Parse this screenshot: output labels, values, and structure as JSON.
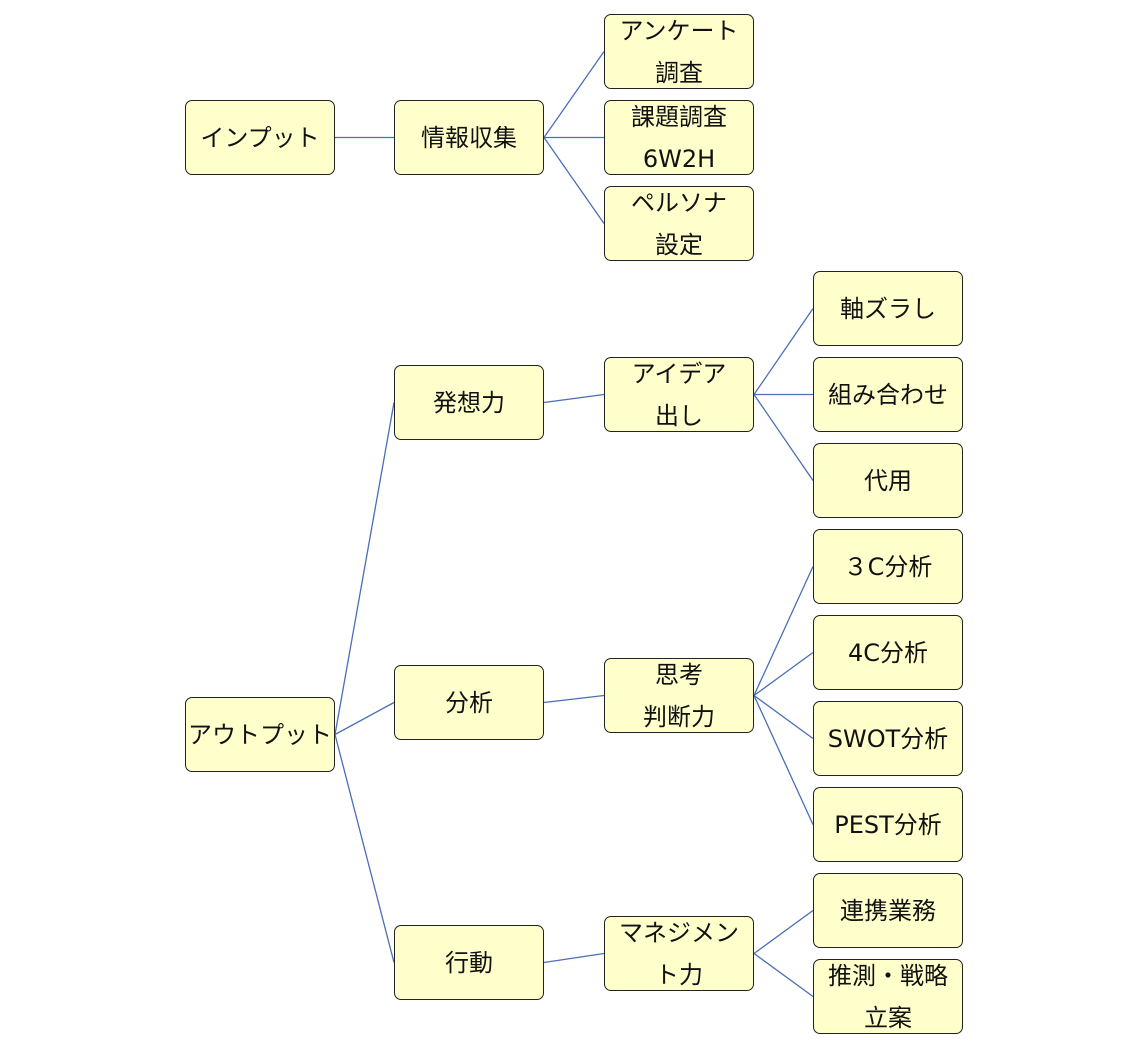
{
  "diagram": {
    "colors": {
      "node_fill": "#ffffcc",
      "node_border": "#222222",
      "connector": "#4a6fb5"
    },
    "nodes": [
      {
        "id": "input",
        "label": "インプット"
      },
      {
        "id": "info",
        "label": "情報収集"
      },
      {
        "id": "survey",
        "label": "アンケート\n調査"
      },
      {
        "id": "issue",
        "label": "課題調査\n6W2H"
      },
      {
        "id": "persona",
        "label": "ペルソナ\n設定"
      },
      {
        "id": "output",
        "label": "アウトプット"
      },
      {
        "id": "idea_power",
        "label": "発想力"
      },
      {
        "id": "analysis",
        "label": "分析"
      },
      {
        "id": "action",
        "label": "行動"
      },
      {
        "id": "idea",
        "label": "アイデア\n出し"
      },
      {
        "id": "thinking",
        "label": "思考\n判断力"
      },
      {
        "id": "management",
        "label": "マネジメン\nト力"
      },
      {
        "id": "axis",
        "label": "軸ズラし"
      },
      {
        "id": "combine",
        "label": "組み合わせ"
      },
      {
        "id": "substitute",
        "label": "代用"
      },
      {
        "id": "c3",
        "label": "３C分析"
      },
      {
        "id": "c4",
        "label": "4C分析"
      },
      {
        "id": "swot",
        "label": "SWOT分析"
      },
      {
        "id": "pest",
        "label": "PEST分析"
      },
      {
        "id": "collab",
        "label": "連携業務"
      },
      {
        "id": "strategy",
        "label": "推測・戦略\n立案"
      }
    ],
    "edges": [
      [
        "input",
        "info"
      ],
      [
        "info",
        "survey"
      ],
      [
        "info",
        "issue"
      ],
      [
        "info",
        "persona"
      ],
      [
        "output",
        "idea_power"
      ],
      [
        "output",
        "analysis"
      ],
      [
        "output",
        "action"
      ],
      [
        "idea_power",
        "idea"
      ],
      [
        "analysis",
        "thinking"
      ],
      [
        "action",
        "management"
      ],
      [
        "idea",
        "axis"
      ],
      [
        "idea",
        "combine"
      ],
      [
        "idea",
        "substitute"
      ],
      [
        "thinking",
        "c3"
      ],
      [
        "thinking",
        "c4"
      ],
      [
        "thinking",
        "swot"
      ],
      [
        "thinking",
        "pest"
      ],
      [
        "management",
        "collab"
      ],
      [
        "management",
        "strategy"
      ]
    ]
  }
}
